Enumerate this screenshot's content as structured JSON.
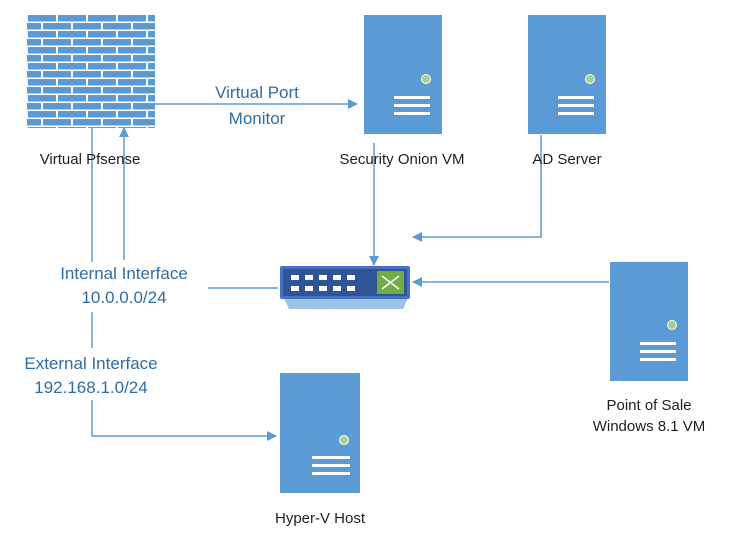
{
  "colors": {
    "device": "#5b9bd5",
    "line": "#5b9bd5",
    "led": "#a9d18e",
    "label": "#1f1f1f",
    "connection_label": "#2e6da4",
    "switch_body": "#4472c4",
    "switch_panel": "#70ad47",
    "background": "#ffffff"
  },
  "nodes": {
    "pfsense": {
      "label": "Virtual Pfsense",
      "icon": "firewall-icon"
    },
    "security_onion": {
      "label": "Security Onion VM",
      "icon": "server-icon"
    },
    "ad_server": {
      "label": "AD Server",
      "icon": "server-icon"
    },
    "switch": {
      "icon": "switch-icon"
    },
    "pos": {
      "label_line1": "Point of Sale",
      "label_line2": "Windows 8.1 VM",
      "icon": "server-icon"
    },
    "hyperv": {
      "label": "Hyper-V Host",
      "icon": "server-icon"
    }
  },
  "connections": {
    "port_monitor": {
      "line1": "Virtual Port",
      "line2": "Monitor"
    },
    "internal": {
      "line1": "Internal Interface",
      "line2": "10.0.0.0/24"
    },
    "external": {
      "line1": "External Interface",
      "line2": "192.168.1.0/24"
    }
  }
}
